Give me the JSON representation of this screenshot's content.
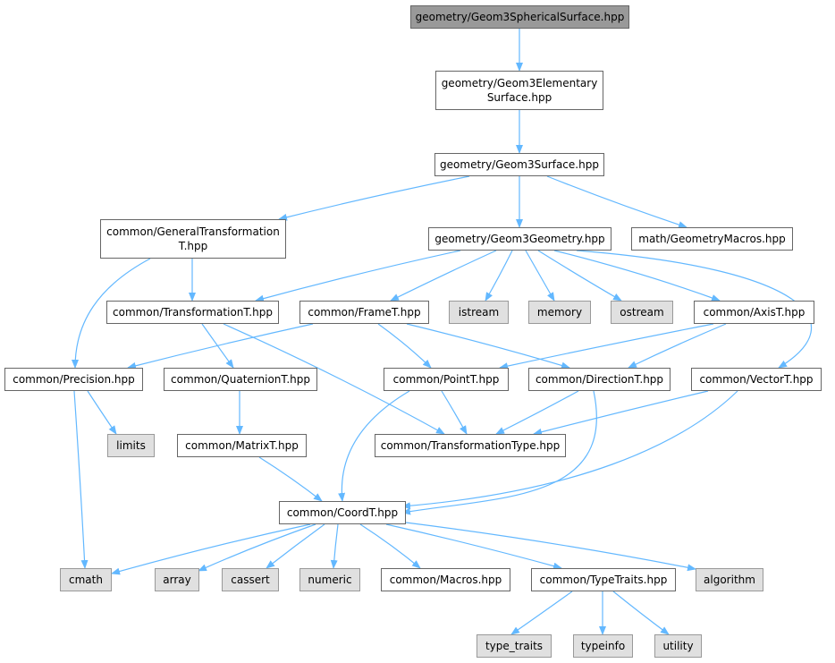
{
  "colors": {
    "edge": "#63b8ff",
    "root_fill": "#999999",
    "system_fill": "#e0e0e0",
    "node_fill": "#ffffff",
    "node_border": "#666666",
    "system_border": "#999999"
  },
  "nodes": [
    {
      "id": "root",
      "label": "geometry/Geom3SphericalSurface.hpp",
      "kind": "root"
    },
    {
      "id": "elem",
      "label": "geometry/Geom3Elementary\nSurface.hpp",
      "kind": "file"
    },
    {
      "id": "surf",
      "label": "geometry/Geom3Surface.hpp",
      "kind": "file"
    },
    {
      "id": "gentr",
      "label": "common/GeneralTransformation\nT.hpp",
      "kind": "file"
    },
    {
      "id": "geom",
      "label": "geometry/Geom3Geometry.hpp",
      "kind": "file"
    },
    {
      "id": "macros_g",
      "label": "math/GeometryMacros.hpp",
      "kind": "file"
    },
    {
      "id": "transT",
      "label": "common/TransformationT.hpp",
      "kind": "file"
    },
    {
      "id": "frame",
      "label": "common/FrameT.hpp",
      "kind": "file"
    },
    {
      "id": "istream",
      "label": "istream",
      "kind": "system"
    },
    {
      "id": "memory",
      "label": "memory",
      "kind": "system"
    },
    {
      "id": "ostream",
      "label": "ostream",
      "kind": "system"
    },
    {
      "id": "axis",
      "label": "common/AxisT.hpp",
      "kind": "file"
    },
    {
      "id": "prec",
      "label": "common/Precision.hpp",
      "kind": "file"
    },
    {
      "id": "quat",
      "label": "common/QuaternionT.hpp",
      "kind": "file"
    },
    {
      "id": "point",
      "label": "common/PointT.hpp",
      "kind": "file"
    },
    {
      "id": "dir",
      "label": "common/DirectionT.hpp",
      "kind": "file"
    },
    {
      "id": "vec",
      "label": "common/VectorT.hpp",
      "kind": "file"
    },
    {
      "id": "limits",
      "label": "limits",
      "kind": "system"
    },
    {
      "id": "matrix",
      "label": "common/MatrixT.hpp",
      "kind": "file"
    },
    {
      "id": "ttype",
      "label": "common/TransformationType.hpp",
      "kind": "file"
    },
    {
      "id": "coord",
      "label": "common/CoordT.hpp",
      "kind": "file"
    },
    {
      "id": "cmath",
      "label": "cmath",
      "kind": "system"
    },
    {
      "id": "array",
      "label": "array",
      "kind": "system"
    },
    {
      "id": "cassert",
      "label": "cassert",
      "kind": "system"
    },
    {
      "id": "numeric",
      "label": "numeric",
      "kind": "system"
    },
    {
      "id": "cmacros",
      "label": "common/Macros.hpp",
      "kind": "file"
    },
    {
      "id": "traits",
      "label": "common/TypeTraits.hpp",
      "kind": "file"
    },
    {
      "id": "algorithm",
      "label": "algorithm",
      "kind": "system"
    },
    {
      "id": "type_traits",
      "label": "type_traits",
      "kind": "system"
    },
    {
      "id": "typeinfo",
      "label": "typeinfo",
      "kind": "system"
    },
    {
      "id": "utility",
      "label": "utility",
      "kind": "system"
    }
  ],
  "edges": [
    {
      "from": "root",
      "to": "elem"
    },
    {
      "from": "elem",
      "to": "surf"
    },
    {
      "from": "surf",
      "to": "gentr"
    },
    {
      "from": "surf",
      "to": "geom"
    },
    {
      "from": "surf",
      "to": "macros_g"
    },
    {
      "from": "gentr",
      "to": "transT"
    },
    {
      "from": "gentr",
      "to": "prec"
    },
    {
      "from": "geom",
      "to": "transT"
    },
    {
      "from": "geom",
      "to": "frame"
    },
    {
      "from": "geom",
      "to": "istream"
    },
    {
      "from": "geom",
      "to": "memory"
    },
    {
      "from": "geom",
      "to": "ostream"
    },
    {
      "from": "geom",
      "to": "axis"
    },
    {
      "from": "geom",
      "to": "vec"
    },
    {
      "from": "transT",
      "to": "quat"
    },
    {
      "from": "transT",
      "to": "ttype"
    },
    {
      "from": "frame",
      "to": "prec"
    },
    {
      "from": "frame",
      "to": "point"
    },
    {
      "from": "frame",
      "to": "dir"
    },
    {
      "from": "axis",
      "to": "point"
    },
    {
      "from": "axis",
      "to": "dir"
    },
    {
      "from": "prec",
      "to": "limits"
    },
    {
      "from": "prec",
      "to": "cmath"
    },
    {
      "from": "quat",
      "to": "matrix"
    },
    {
      "from": "matrix",
      "to": "coord"
    },
    {
      "from": "point",
      "to": "ttype"
    },
    {
      "from": "point",
      "to": "coord"
    },
    {
      "from": "dir",
      "to": "ttype"
    },
    {
      "from": "dir",
      "to": "coord"
    },
    {
      "from": "vec",
      "to": "ttype"
    },
    {
      "from": "vec",
      "to": "coord"
    },
    {
      "from": "coord",
      "to": "cmath"
    },
    {
      "from": "coord",
      "to": "array"
    },
    {
      "from": "coord",
      "to": "cassert"
    },
    {
      "from": "coord",
      "to": "numeric"
    },
    {
      "from": "coord",
      "to": "cmacros"
    },
    {
      "from": "coord",
      "to": "traits"
    },
    {
      "from": "coord",
      "to": "algorithm"
    },
    {
      "from": "traits",
      "to": "type_traits"
    },
    {
      "from": "traits",
      "to": "typeinfo"
    },
    {
      "from": "traits",
      "to": "utility"
    }
  ]
}
